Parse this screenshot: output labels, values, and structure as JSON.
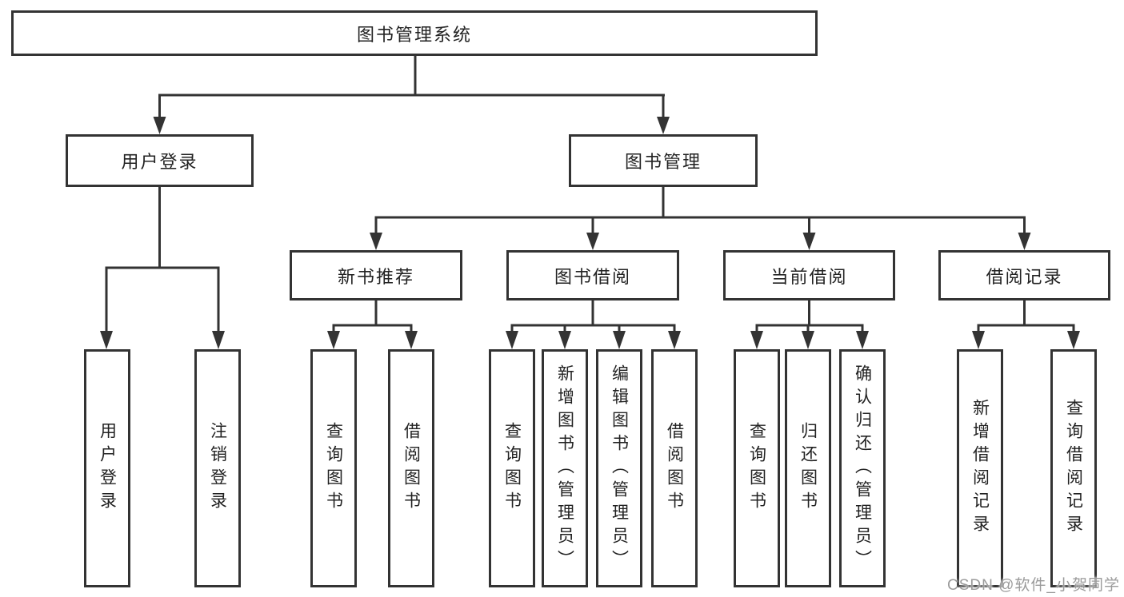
{
  "diagram": {
    "root": {
      "label": "图书管理系统"
    },
    "level2": [
      {
        "label": "用户登录"
      },
      {
        "label": "图书管理"
      }
    ],
    "level3": [
      {
        "label": "新书推荐"
      },
      {
        "label": "图书借阅"
      },
      {
        "label": "当前借阅"
      },
      {
        "label": "借阅记录"
      }
    ],
    "leaves": [
      {
        "label": "用户登录"
      },
      {
        "label": "注销登录"
      },
      {
        "label": "查询图书"
      },
      {
        "label": "借阅图书"
      },
      {
        "label": "查询图书"
      },
      {
        "label": "新增图书（管理员）"
      },
      {
        "label": "编辑图书（管理员）"
      },
      {
        "label": "借阅图书"
      },
      {
        "label": "查询图书"
      },
      {
        "label": "归还图书"
      },
      {
        "label": "确认归还（管理员）"
      },
      {
        "label": "新增借阅记录"
      },
      {
        "label": "查询借阅记录"
      }
    ]
  },
  "watermark": {
    "text": "CSDN @软件_小贺同学"
  },
  "colors": {
    "line": "#333333",
    "box_border": "#333333",
    "text": "#222222",
    "watermark": "#9b9b9b",
    "background": "#ffffff"
  }
}
